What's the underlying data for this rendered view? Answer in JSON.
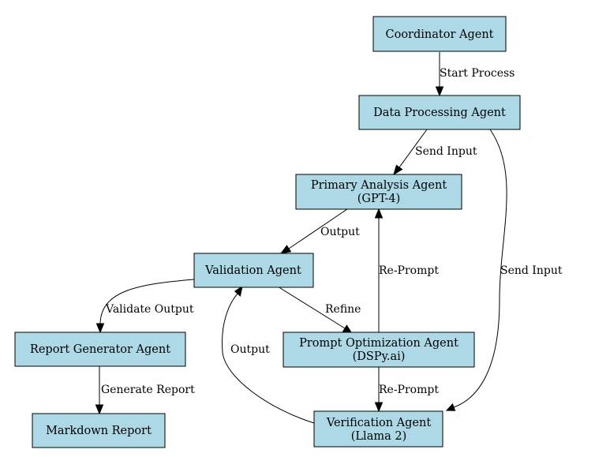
{
  "nodes": {
    "coordinator": {
      "lines": [
        "Coordinator Agent"
      ]
    },
    "data_processing": {
      "lines": [
        "Data Processing Agent"
      ]
    },
    "primary_analysis": {
      "lines": [
        "Primary Analysis Agent",
        "(GPT-4)"
      ]
    },
    "validation": {
      "lines": [
        "Validation Agent"
      ]
    },
    "report_generator": {
      "lines": [
        "Report Generator Agent"
      ]
    },
    "prompt_optimization": {
      "lines": [
        "Prompt Optimization Agent",
        "(DSPy.ai)"
      ]
    },
    "markdown_report": {
      "lines": [
        "Markdown Report"
      ]
    },
    "verification": {
      "lines": [
        "Verification Agent",
        "(Llama 2)"
      ]
    }
  },
  "edges": {
    "start_process": {
      "from": "Coordinator Agent",
      "to": "Data Processing Agent",
      "label": "Start Process"
    },
    "send_input_primary": {
      "from": "Data Processing Agent",
      "to": "Primary Analysis Agent",
      "label": "Send Input"
    },
    "send_input_verification": {
      "from": "Data Processing Agent",
      "to": "Verification Agent",
      "label": "Send Input"
    },
    "output_primary": {
      "from": "Primary Analysis Agent",
      "to": "Validation Agent",
      "label": "Output"
    },
    "validate_output": {
      "from": "Validation Agent",
      "to": "Report Generator Agent",
      "label": "Validate Output"
    },
    "refine": {
      "from": "Validation Agent",
      "to": "Prompt Optimization Agent",
      "label": "Refine"
    },
    "re_prompt_primary": {
      "from": "Prompt Optimization Agent",
      "to": "Primary Analysis Agent",
      "label": "Re-Prompt"
    },
    "re_prompt_verification": {
      "from": "Prompt Optimization Agent",
      "to": "Verification Agent",
      "label": "Re-Prompt"
    },
    "generate_report": {
      "from": "Report Generator Agent",
      "to": "Markdown Report",
      "label": "Generate Report"
    },
    "output_verification": {
      "from": "Verification Agent",
      "to": "Validation Agent",
      "label": "Output"
    }
  },
  "colors": {
    "node_fill": "#add8e6",
    "node_stroke": "#000000",
    "edge": "#000000",
    "background": "#ffffff"
  }
}
